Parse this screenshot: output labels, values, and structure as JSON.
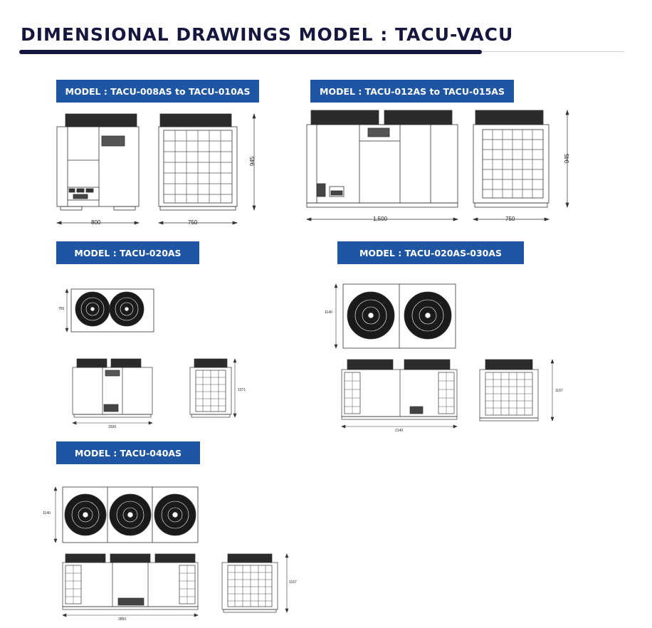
{
  "page": {
    "title": "DIMENSIONAL DRAWINGS  MODEL : TACU-VACU"
  },
  "sections": [
    {
      "header": "MODEL : TACU-008AS to TACU-010AS",
      "dims": {
        "front_width": "800",
        "side_width": "750",
        "height": "945"
      }
    },
    {
      "header": "MODEL : TACU-012AS to TACU-015AS",
      "dims": {
        "front_width": "1,500",
        "side_width": "750",
        "height": "945"
      }
    },
    {
      "header": "MODEL : TACU-020AS",
      "dims": {
        "top_depth": "750",
        "front_width": "1500",
        "height": "1071"
      }
    },
    {
      "header": "MODEL :  TACU-020AS-030AS",
      "dims": {
        "top_depth": "1140",
        "front_width": "2140",
        "height": "1167"
      }
    },
    {
      "header": "MODEL :  TACU-040AS",
      "dims": {
        "top_depth": "1140",
        "front_width": "2850",
        "height": "1167"
      }
    }
  ]
}
